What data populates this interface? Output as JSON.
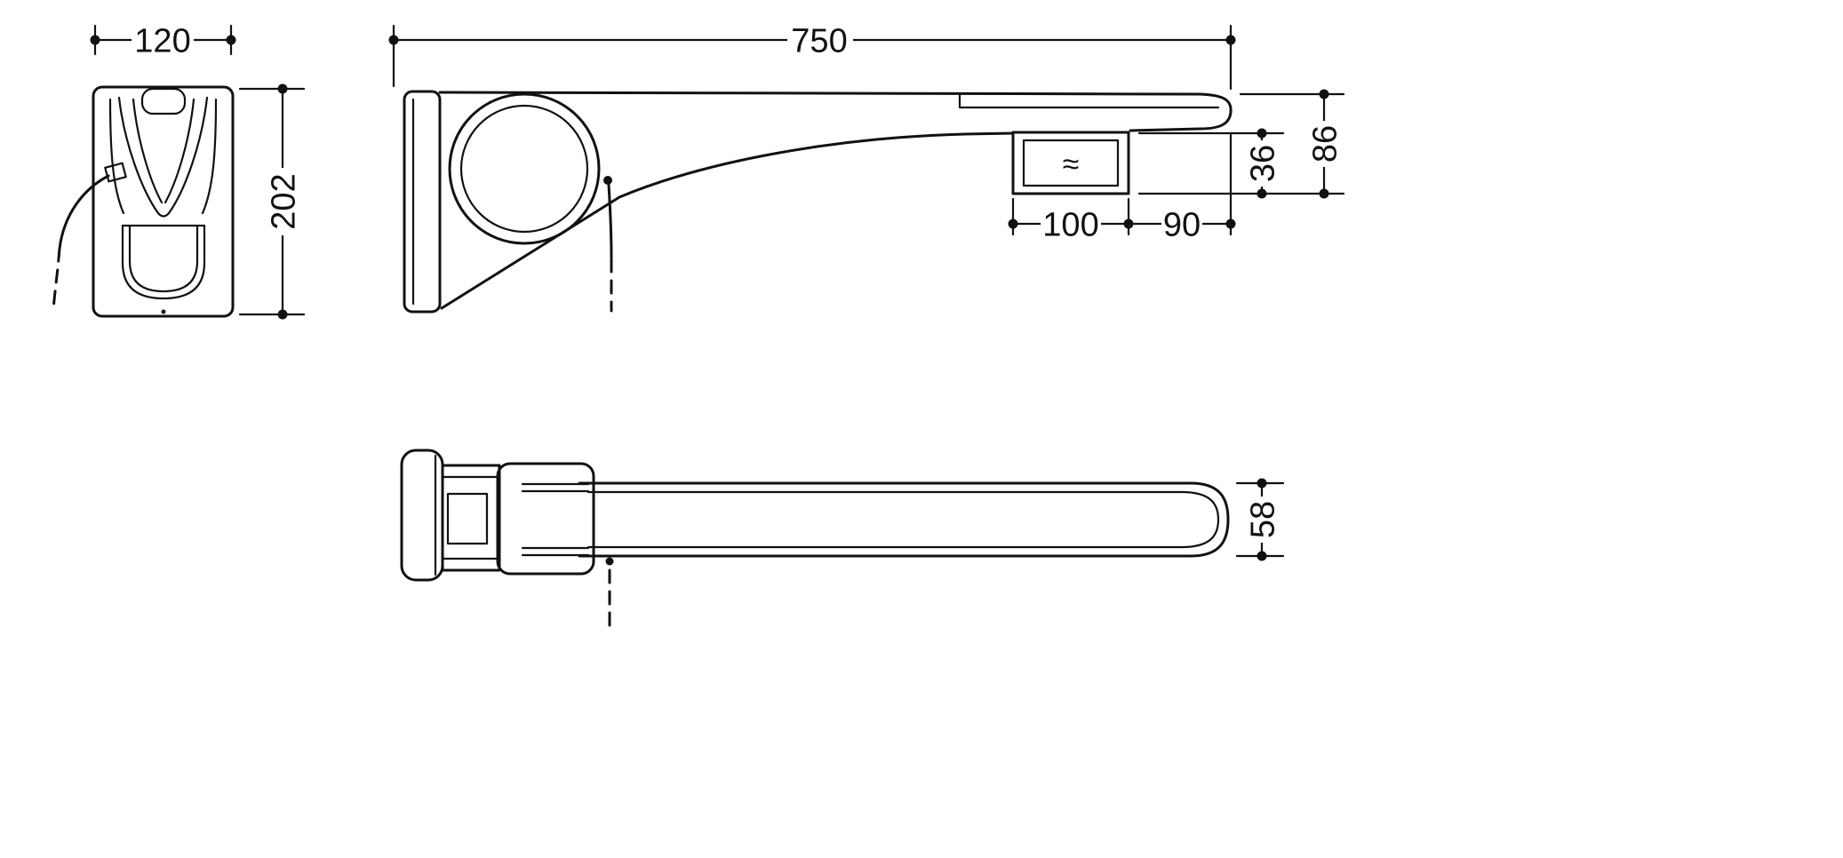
{
  "drawing": {
    "background": "#ffffff",
    "line_color": "#111111",
    "front_view": {
      "width_label": "120",
      "height_label": "202"
    },
    "side_view": {
      "length_label": "750",
      "overall_height_label": "86",
      "box_height_label": "36",
      "box_width_label": "100",
      "box_to_end_label": "90",
      "wave_symbol": "≈"
    },
    "plan_view": {
      "rail_width_label": "58"
    }
  }
}
